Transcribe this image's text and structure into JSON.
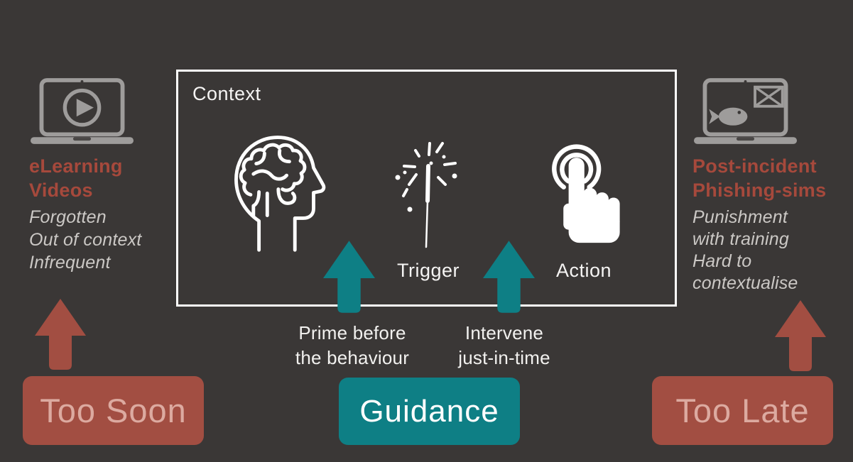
{
  "diagram": {
    "background_color": "#3a3736",
    "colors": {
      "brick_text": "#a6493c",
      "brick_box_fill": "#a24e42",
      "brick_box_label": "#dcaaa0",
      "teal": "#0e7f85",
      "icon_gray": "#9e9c9b",
      "note_text": "#cbc8c5",
      "white": "#ffffff"
    },
    "left": {
      "icon": "laptop-video-icon",
      "title_lines": [
        "eLearning",
        "Videos"
      ],
      "notes": [
        "Forgotten",
        "Out of context",
        "Infrequent"
      ],
      "arrow_icon": "up-arrow",
      "label": "Too Soon"
    },
    "center": {
      "frame_label": "Context",
      "steps": [
        {
          "icon": "brain-icon",
          "label": ""
        },
        {
          "icon": "sparkler-icon",
          "label": "Trigger"
        },
        {
          "icon": "tap-icon",
          "label": "Action"
        }
      ],
      "callouts": [
        {
          "lines": [
            "Prime before",
            "the behaviour"
          ]
        },
        {
          "lines": [
            "Intervene",
            "just-in-time"
          ]
        }
      ],
      "label": "Guidance"
    },
    "right": {
      "icon": "laptop-phishing-icon",
      "title_lines": [
        "Post-incident",
        "Phishing-sims"
      ],
      "notes": [
        "Punishment",
        "with training",
        "Hard to",
        "contextualise"
      ],
      "arrow_icon": "up-arrow",
      "label": "Too Late"
    }
  }
}
